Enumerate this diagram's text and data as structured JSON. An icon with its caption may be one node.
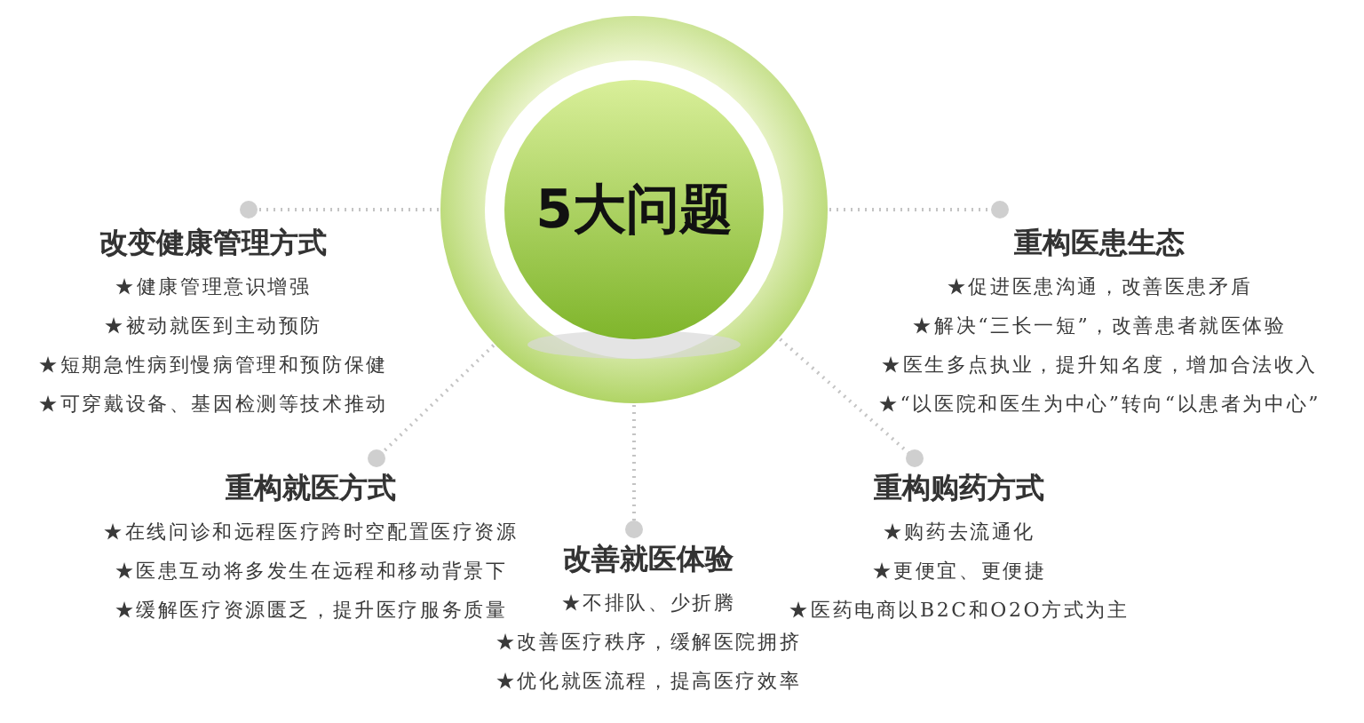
{
  "diagram": {
    "nodes": [
      {
        "text": [
          "5大问题"
        ]
      },
      {
        "text": [
          "改变健康管理方式",
          "★健康管理意识增强",
          "★被动就医到主动预防",
          "★短期急性病到慢病管理和预防保健",
          "★可穿戴设备、基因检测等技术推动"
        ]
      },
      {
        "text": [
          "重构医患生态",
          "★促进医患沟通，改善医患矛盾",
          "★解决“三长一短”，改善患者就医体验",
          "★医生多点执业，提升知名度，增加合法收入",
          "★“以医院和医生为中心”转向“以患者为中心”"
        ]
      },
      {
        "text": [
          "重构就医方式",
          "★在线问诊和远程医疗跨时空配置医疗资源",
          "★医患互动将多发生在远程和移动背景下",
          "★缓解医疗资源匮乏，提升医疗服务质量"
        ]
      },
      {
        "text": [
          "改善就医体验",
          "★不排队、少折腾",
          "★改善医疗秩序，缓解医院拥挤",
          "★优化就医流程，提高医疗效率"
        ]
      },
      {
        "text": [
          "重构购药方式",
          "★购药去流通化",
          "★更便宜、更便捷",
          "★医药电商以B2C和O2O方式为主"
        ]
      }
    ],
    "edges": [
      {
        "from": 0,
        "to": 1,
        "arrow": "other",
        "style": "dashed"
      },
      {
        "from": 0,
        "to": 2,
        "arrow": "other",
        "style": "dashed"
      },
      {
        "from": 0,
        "to": 3,
        "arrow": "other",
        "style": "dashed"
      },
      {
        "from": 0,
        "to": 4,
        "arrow": "other",
        "style": "dashed"
      },
      {
        "from": 0,
        "to": 5,
        "arrow": "other",
        "style": "dashed"
      }
    ]
  }
}
